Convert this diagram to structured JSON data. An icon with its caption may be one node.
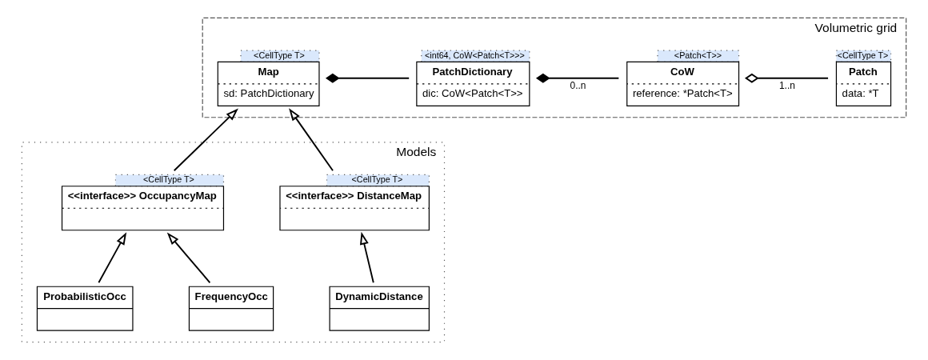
{
  "diagram": {
    "nodes": [
      {
        "text": [
          "Volumetric grid"
        ]
      },
      {
        "text": [
          "Map",
          "sd: PatchDictionary"
        ],
        "beside": [
          "<CellType T>"
        ],
        "in": 0
      },
      {
        "text": [
          "PatchDictionary",
          "dic: CoW<Patch<T>>"
        ],
        "beside": [
          "<int64, CoW<Patch<T>>>"
        ],
        "in": 0
      },
      {
        "text": [
          "CoW",
          "reference: *Patch<T>"
        ],
        "beside": [
          "<Patch<T>>"
        ],
        "in": 0
      },
      {
        "text": [
          "Patch",
          "data: *T"
        ],
        "beside": [
          "<CellType T>"
        ],
        "in": 0
      },
      {
        "text": [
          "Models"
        ]
      },
      {
        "text": [
          "<<interface>> OccupancyMap"
        ],
        "beside": [
          "<CellType T>"
        ],
        "in": 5
      },
      {
        "text": [
          "FrequencyOcc"
        ],
        "in": 5
      },
      {
        "text": [
          "ProbabilisticOcc"
        ],
        "in": 5
      },
      {
        "text": [
          "<<interface>> DistanceMap"
        ],
        "beside": [
          "<CellType T>"
        ],
        "in": 5
      },
      {
        "text": [
          "DynamicDistance"
        ],
        "in": 5
      }
    ],
    "edges": [
      {
        "from": 1,
        "to": 2,
        "arrow": "other"
      },
      {
        "from": 2,
        "to": 3,
        "arrow": "other",
        "label": "0..n"
      },
      {
        "from": 3,
        "to": 4,
        "arrow": "other",
        "label": "1..n"
      },
      {
        "from": 6,
        "to": 1,
        "arrow": "to"
      },
      {
        "from": 9,
        "to": 1,
        "arrow": "to"
      },
      {
        "from": 7,
        "to": 6,
        "arrow": "to"
      },
      {
        "from": 8,
        "to": 6,
        "arrow": "to"
      },
      {
        "from": 10,
        "to": 9,
        "arrow": "to"
      }
    ]
  }
}
